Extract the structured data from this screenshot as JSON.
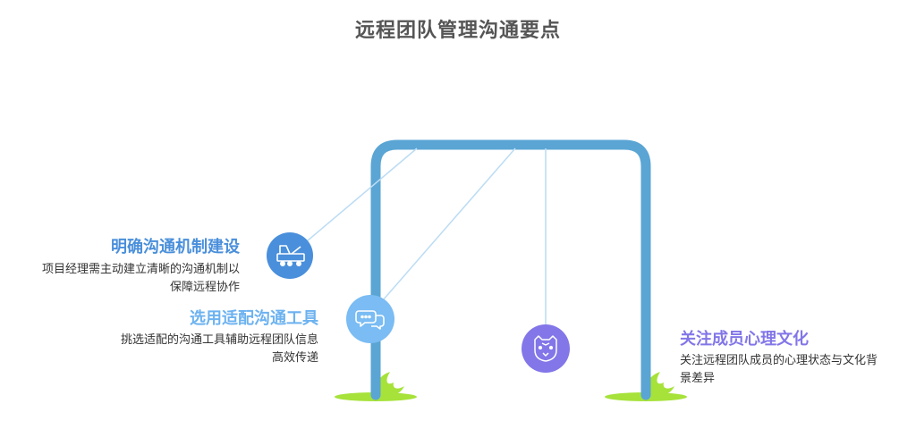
{
  "title": "远程团队管理沟通要点",
  "colors": {
    "frame": "#5aa5d4",
    "grass": "#a6e23a",
    "item1": "#4a8fdb",
    "item2": "#6cb2f0",
    "item3": "#8276e8"
  },
  "items": [
    {
      "title": "明确沟通机制建设",
      "desc_lines": [
        "项目经理需主动建立清晰的沟通机制以",
        "保障远程协作"
      ],
      "icon": "crane-truck-icon"
    },
    {
      "title": "选用适配沟通工具",
      "desc_lines": [
        "挑选适配的沟通工具辅助远程团队信息",
        "高效传递"
      ],
      "icon": "chat-bubbles-icon"
    },
    {
      "title": "关注成员心理文化",
      "desc_lines": [
        "关注远程团队成员的心理状态与文化背",
        "景差异"
      ],
      "icon": "tiger-face-icon"
    }
  ]
}
